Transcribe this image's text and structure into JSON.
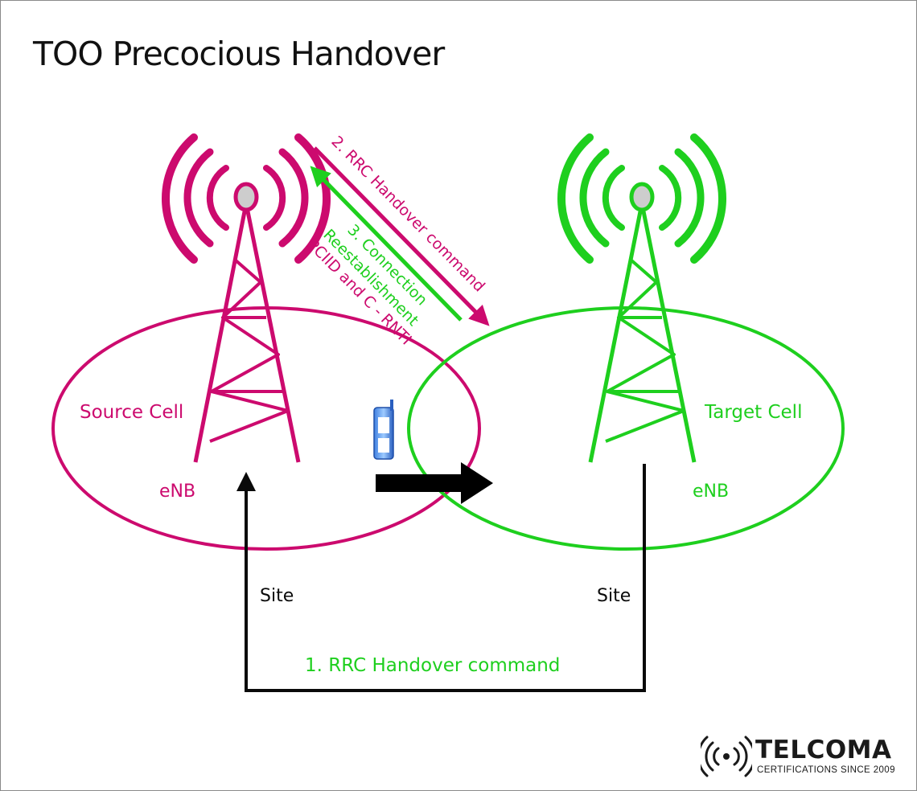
{
  "title": "TOO Precocious Handover",
  "colors": {
    "source": "#cc0a6e",
    "target": "#1ecf1e",
    "link": "#0a0a0a"
  },
  "source": {
    "cell_label": "Source Cell",
    "enb_label": "eNB",
    "site_label": "Site"
  },
  "target": {
    "cell_label": "Target Cell",
    "enb_label": "eNB",
    "site_label": "Site"
  },
  "steps": {
    "step1": "1. RRC Handover command",
    "step2": "2. RRC Handover command",
    "step3_lines": [
      "3. Connection",
      "Reestablishment"
    ],
    "step3_note": "PCIID and C - RNTI"
  },
  "icons": {
    "source_tower": "radio-tower-icon",
    "target_tower": "radio-tower-icon",
    "mobile": "mobile-phone-icon",
    "movement": "right-arrow-icon",
    "logo_mark": "signal-waves-icon"
  },
  "logo": {
    "name": "TELCOMA",
    "tagline": "CERTIFICATIONS SINCE 2009"
  }
}
